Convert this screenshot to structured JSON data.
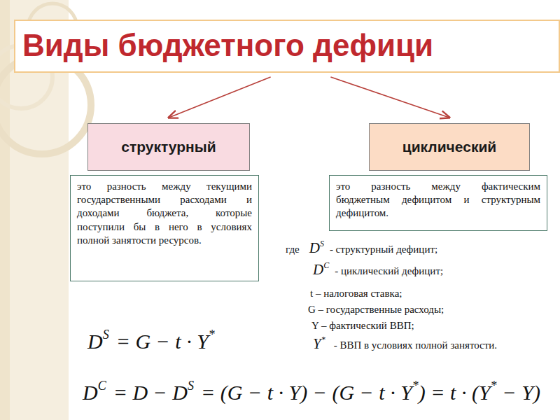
{
  "diagram": {
    "nodes": [
      {
        "text": [
          "Виды бюджетного дефици"
        ]
      },
      {
        "text": [
          "структурный"
        ]
      },
      {
        "text": [
          "циклический"
        ]
      },
      {
        "text": [
          "это разность между текущими государственными расходами и доходами бюджета, которые поступили бы в него в условиях полной занятости ресурсов."
        ]
      },
      {
        "text": [
          "это разность между фактическим бюджетным дефицитом и структурным дефицитом."
        ]
      }
    ],
    "edges": [
      {
        "from": 0,
        "to": 1,
        "arrow": "to"
      },
      {
        "from": 0,
        "to": 2,
        "arrow": "to"
      }
    ],
    "labels": [
      "где",
      "D",
      "S",
      "- структурный дефицит;",
      "D",
      "C",
      "- циклический дефицит;",
      "t – налоговая ставка;",
      "G – государственные расходы;",
      "Y – фактический ВВП;",
      "Y",
      "*",
      "- ВВП в условиях полной занятости.",
      "D",
      "S",
      "= G − t · Y",
      "*",
      "D",
      "C",
      "= D − D",
      "S",
      "= (G − t · Y) − (G − t · Y",
      "*",
      ") = t · (Y",
      "*",
      "− Y)"
    ]
  }
}
